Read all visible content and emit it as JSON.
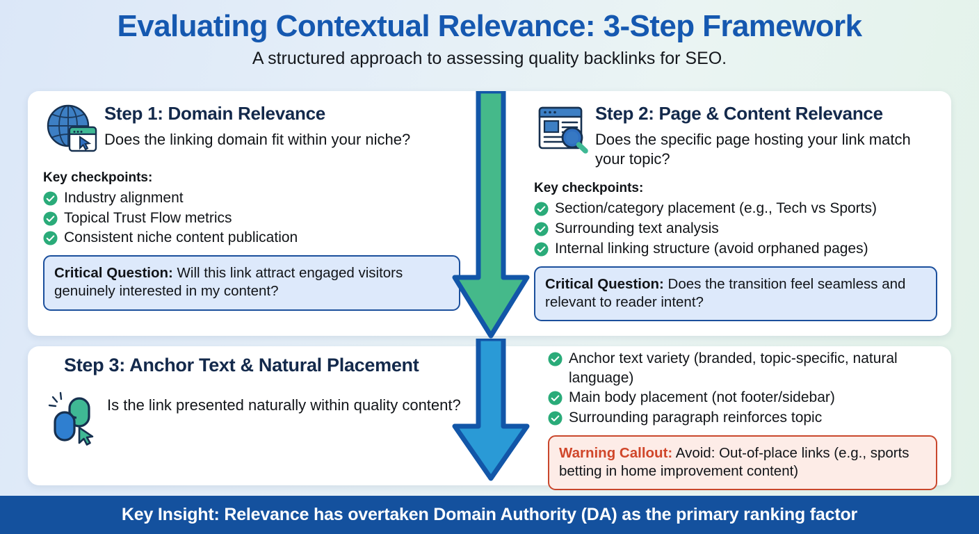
{
  "header": {
    "title": "Evaluating Contextual Relevance: 3-Step Framework",
    "subtitle": "A structured approach to assessing quality backlinks for SEO."
  },
  "colors": {
    "title_blue": "#1558b0",
    "step_navy": "#13294b",
    "check_green": "#2aab79",
    "callout_blue_border": "#1b4f9c",
    "callout_blue_bg": "#dde9fb",
    "warning_red": "#d0462a",
    "warning_bg": "#fdece7",
    "arrow_green": "#45b98a",
    "arrow_blue": "#2a9ad6",
    "arrow_outline": "#1256a8",
    "footer_blue": "#14519e"
  },
  "steps": [
    {
      "icon": "globe-browser-cursor-icon",
      "title": "Step 1: Domain Relevance",
      "question": "Does the linking domain fit within your niche?",
      "checkpoints_label": "Key checkpoints:",
      "checkpoints": [
        "Industry alignment",
        "Topical Trust Flow metrics",
        "Consistent niche content publication"
      ],
      "callout": {
        "type": "question",
        "lead": "Critical Question:",
        "text": " Will this link attract engaged visitors genuinely interested in my content?"
      }
    },
    {
      "icon": "page-magnifier-icon",
      "title": "Step 2: Page & Content Relevance",
      "question": "Does the specific page hosting your link match your topic?",
      "checkpoints_label": "Key checkpoints:",
      "checkpoints": [
        "Section/category placement (e.g., Tech vs Sports)",
        "Surrounding text analysis",
        "Internal linking structure (avoid orphaned pages)"
      ],
      "callout": {
        "type": "question",
        "lead": "Critical Question:",
        "text": " Does the transition feel seamless and relevant to reader intent?"
      }
    },
    {
      "icon": "chain-link-cursor-icon",
      "title": "Step 3:  Anchor Text & Natural Placement",
      "question": "Is the link presented naturally within quality content?",
      "checkpoints_label": "",
      "checkpoints": [
        "Anchor text variety (branded, topic-specific, natural language)",
        "Main body placement (not footer/sidebar)",
        "Surrounding paragraph reinforces topic"
      ],
      "callout": {
        "type": "warning",
        "lead": "Warning Callout:",
        "text": " Avoid: Out-of-place links (e.g., sports betting in home improvement content)"
      }
    }
  ],
  "arrows": [
    {
      "name": "flow-arrow-green",
      "color": "#45b98a"
    },
    {
      "name": "flow-arrow-blue",
      "color": "#2a9ad6"
    }
  ],
  "footer": {
    "text": "Key Insight: Relevance has overtaken Domain Authority (DA) as the primary ranking factor"
  }
}
